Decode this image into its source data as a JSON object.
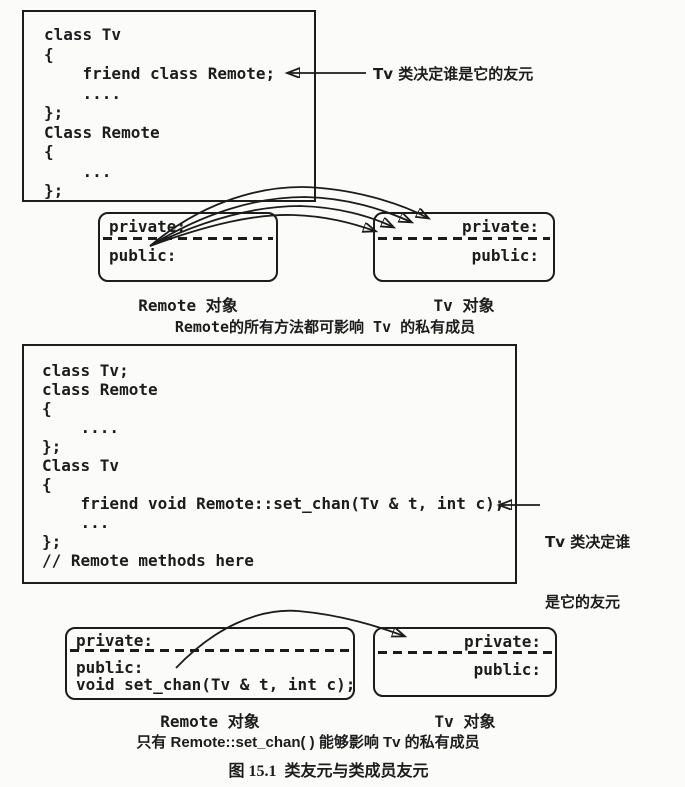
{
  "colors": {
    "ink": "#1c1c1c",
    "bg": "#fbfbf9"
  },
  "top_section": {
    "code_lines": [
      "class Tv",
      "{",
      "    friend class Remote;",
      "    ....",
      "};",
      "Class Remote",
      "{",
      "    ...",
      "};"
    ],
    "callout": "Tv 类决定谁是它的友元"
  },
  "middle_diagram": {
    "remote_box": {
      "private_label": "private:",
      "public_label": "public:"
    },
    "tv_box": {
      "private_label": "private:",
      "public_label": "public:"
    },
    "remote_caption": "Remote 对象",
    "tv_caption": "Tv 对象",
    "caption": "Remote的所有方法都可影响 Tv 的私有成员"
  },
  "bottom_code": {
    "code_lines": [
      "class Tv;",
      "class Remote",
      "{",
      "    ....",
      "};",
      "Class Tv",
      "{",
      "    friend void Remote::set_chan(Tv & t, int c);",
      "    ...",
      "};",
      "// Remote methods here"
    ],
    "callout_line1": "Tv 类决定谁",
    "callout_line2": "是它的友元"
  },
  "bottom_diagram": {
    "remote_box": {
      "private_label": "private:",
      "public_label": "public:",
      "method_line": "void set_chan(Tv & t, int c);"
    },
    "tv_box": {
      "private_label": "private:",
      "public_label": "public:"
    },
    "remote_caption": "Remote 对象",
    "tv_caption": "Tv 对象",
    "caption": "只有 Remote::set_chan( ) 能够影响 Tv 的私有成员"
  },
  "figure_caption": "图 15.1  类友元与类成员友元"
}
